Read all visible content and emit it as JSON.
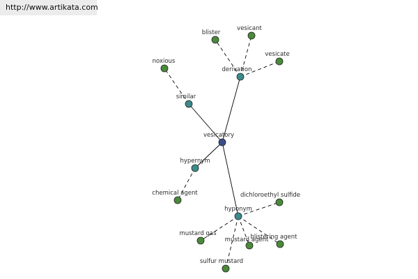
{
  "header": {
    "source_url": "http://www.artikata.com"
  },
  "graph": {
    "colors": {
      "root_node": "#3b4d8a",
      "relation_node": "#3d8a8a",
      "leaf_node": "#4a8a3a",
      "node_stroke": "#222222",
      "edge": "#000000"
    },
    "nodes": {
      "vesicatory": {
        "label": "vesicatory",
        "kind": "root"
      },
      "derivation": {
        "label": "derivation",
        "kind": "relation"
      },
      "similar": {
        "label": "similar",
        "kind": "relation"
      },
      "hypernym": {
        "label": "hypernym",
        "kind": "relation"
      },
      "hyponym": {
        "label": "hyponym",
        "kind": "relation"
      },
      "blister": {
        "label": "blister",
        "kind": "leaf"
      },
      "vesicant": {
        "label": "vesicant",
        "kind": "leaf"
      },
      "vesicate": {
        "label": "vesicate",
        "kind": "leaf"
      },
      "noxious": {
        "label": "noxious",
        "kind": "leaf"
      },
      "chemical_agent": {
        "label": "chemical agent",
        "kind": "leaf"
      },
      "dichloroethyl_sulfide": {
        "label": "dichloroethyl sulfide",
        "kind": "leaf"
      },
      "mustard_gas": {
        "label": "mustard gas",
        "kind": "leaf"
      },
      "mustard_agent": {
        "label": "mustard agent",
        "kind": "leaf"
      },
      "blistering_agent": {
        "label": "blistering agent",
        "kind": "leaf"
      },
      "sulfur_mustard": {
        "label": "sulfur mustard",
        "kind": "leaf"
      }
    },
    "edges": [
      {
        "from": "vesicatory",
        "to": "derivation",
        "style": "solid"
      },
      {
        "from": "vesicatory",
        "to": "similar",
        "style": "solid"
      },
      {
        "from": "vesicatory",
        "to": "hypernym",
        "style": "solid"
      },
      {
        "from": "vesicatory",
        "to": "hyponym",
        "style": "solid"
      },
      {
        "from": "derivation",
        "to": "blister",
        "style": "dashed"
      },
      {
        "from": "derivation",
        "to": "vesicant",
        "style": "dashed"
      },
      {
        "from": "derivation",
        "to": "vesicate",
        "style": "dashed"
      },
      {
        "from": "similar",
        "to": "noxious",
        "style": "dashed"
      },
      {
        "from": "hypernym",
        "to": "chemical_agent",
        "style": "dashed"
      },
      {
        "from": "hyponym",
        "to": "dichloroethyl_sulfide",
        "style": "dashed"
      },
      {
        "from": "hyponym",
        "to": "mustard_gas",
        "style": "dashed"
      },
      {
        "from": "hyponym",
        "to": "mustard_agent",
        "style": "dashed"
      },
      {
        "from": "hyponym",
        "to": "blistering_agent",
        "style": "dashed"
      },
      {
        "from": "hyponym",
        "to": "sulfur_mustard",
        "style": "dashed"
      }
    ]
  }
}
